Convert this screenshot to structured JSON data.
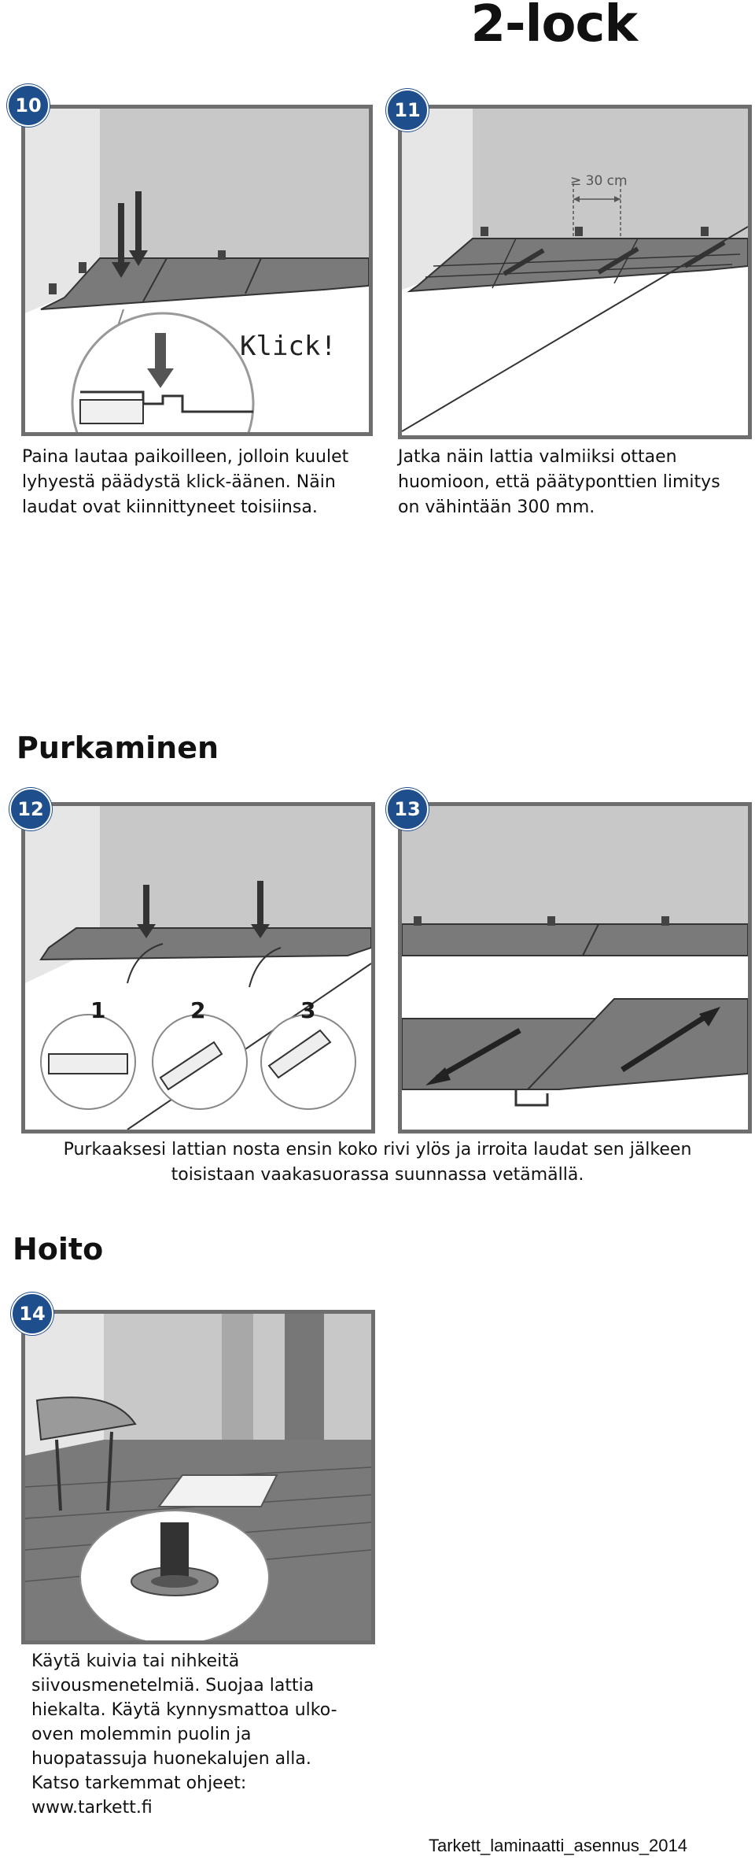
{
  "title": "2-lock",
  "steps": {
    "s10": {
      "num": "10",
      "caption": "Paina lautaa paikoilleen, jolloin kuulet lyhyestä päädystä klick-äänen. Näin laudat ovat kiinnittyneet toisiinsa.",
      "callout": "Klick!"
    },
    "s11": {
      "num": "11",
      "caption": "Jatka näin lattia valmiiksi ottaen huomioon, että päätyponttien limitys on vähintään 300 mm.",
      "measure": "≥ 30 cm"
    },
    "s12": {
      "num": "12",
      "phase1": "1",
      "phase2": "2",
      "phase3": "3"
    },
    "s13": {
      "num": "13"
    },
    "s14": {
      "num": "14",
      "caption": "Käytä kuivia tai nihkeitä siivousmenetelmiä. Suojaa lattia hiekalta. Käytä kynnysmattoa ulko-oven molemmin puolin ja huopatassuja huonekalujen alla. Katso tarkemmat ohjeet: www.tarkett.fi"
    }
  },
  "sections": {
    "purkaminen": {
      "heading": "Purkaminen",
      "caption": "Purkaaksesi lattian nosta ensin koko rivi ylös ja irroita laudat sen jälkeen toisistaan vaakasuorassa suunnassa vetämällä."
    },
    "hoito": {
      "heading": "Hoito"
    }
  },
  "footer": "Tarkett_laminaatti_asennus_2014",
  "colors": {
    "badge": "#1f4e8c",
    "frame": "#6e6e6e",
    "wall": "#c8c8c8",
    "floor": "#7a7a7a",
    "arrow": "#3a3a3a"
  }
}
